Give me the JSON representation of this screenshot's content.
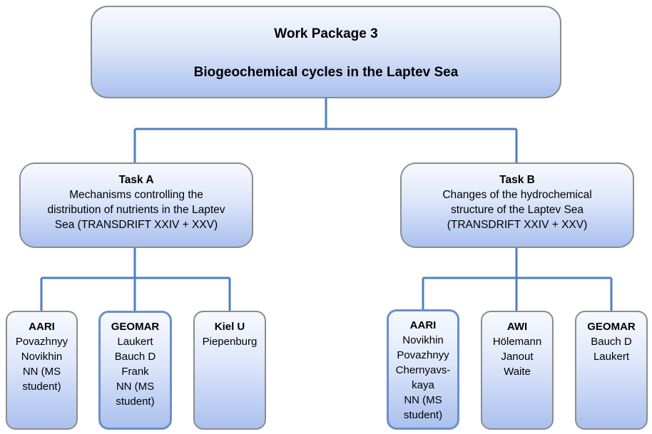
{
  "root": {
    "title": "Work Package 3",
    "subtitle": "Biogeochemical cycles in the Laptev Sea"
  },
  "tasks": [
    {
      "title": "Task A",
      "lines": [
        "Mechanisms controlling the",
        "distribution of nutrients in the Laptev",
        "Sea (TRANSDRIFT XXIV + XXV)"
      ],
      "members": [
        {
          "org": "AARI",
          "names": [
            "Povazhnyy",
            "Novikhin",
            "NN (MS",
            "student)"
          ]
        },
        {
          "org": "GEOMAR",
          "names": [
            "Laukert",
            "Bauch D",
            "Frank",
            "NN (MS",
            "student)"
          ]
        },
        {
          "org": "Kiel U",
          "names": [
            "Piepenburg"
          ]
        }
      ]
    },
    {
      "title": "Task B",
      "lines": [
        "Changes of the hydrochemical",
        "structure of the Laptev Sea",
        "(TRANSDRIFT XXIV + XXV)"
      ],
      "members": [
        {
          "org": "AARI",
          "names": [
            "Novikhin",
            "Povazhnyy",
            "Chernyavs-",
            "kaya",
            "NN (MS",
            "student)"
          ]
        },
        {
          "org": "AWI",
          "names": [
            "Hölemann",
            "Janout",
            "Waite"
          ]
        },
        {
          "org": "GEOMAR",
          "names": [
            "Bauch D",
            "Laukert"
          ]
        }
      ]
    }
  ],
  "colors": {
    "connector": "#4f7fc0",
    "border": "#8c8c8c",
    "highlight_border": "#6a8fcb"
  }
}
